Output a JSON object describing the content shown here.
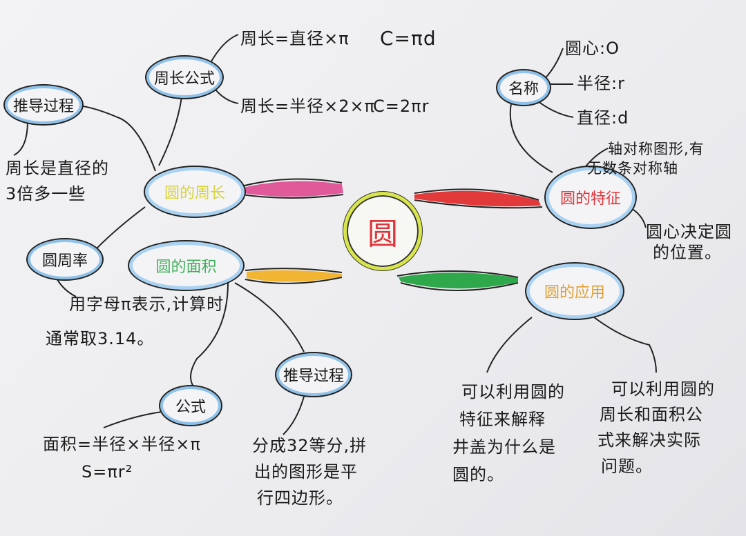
{
  "center": {
    "label": "圆",
    "color": "#e0353a",
    "ring_color": "#d9e64a"
  },
  "branches": {
    "circumference": {
      "label": "圆的周长",
      "color": "#d8d23a",
      "band_color": "#e05a9a",
      "formula_node": "周长公式",
      "formulas": [
        "周长=直径×π",
        "C=πd",
        "周长=半径×2×π",
        "C=2πr"
      ],
      "derivation_node": "推导过程",
      "derivation_text": [
        "周长是直径的",
        "3倍多一些"
      ],
      "pi_node": "圆周率",
      "pi_text": [
        "用字母π表示,计算时",
        "通常取3.14。"
      ]
    },
    "area": {
      "label": "圆的面积",
      "color": "#3fae5a",
      "band_color": "#f2b533",
      "formula_node": "公式",
      "formulas": [
        "面积=半径×半径×π",
        "S=πr²"
      ],
      "derivation_node": "推导过程",
      "derivation_text": [
        "分成32等分,拼",
        "出的图形是平",
        "行四边形。"
      ]
    },
    "features": {
      "label": "圆的特征",
      "color": "#e0353a",
      "band_color": "#e23a3a",
      "names_node": "名称",
      "names": [
        "圆心:O",
        "半径:r",
        "直径:d"
      ],
      "symmetry_text": [
        "轴对称图形,有",
        "无数条对称轴"
      ],
      "position_text": [
        "圆心决定圆",
        "的位置。"
      ]
    },
    "application": {
      "label": "圆的应用",
      "color": "#e0a030",
      "band_color": "#2ea84a",
      "text_1": [
        "可以利用圆的",
        "特征来解释",
        "井盖为什么是",
        "圆的。"
      ],
      "text_2": [
        "可以利用圆的",
        "周长和面积公",
        "式来解决实际",
        "问题。"
      ]
    }
  }
}
